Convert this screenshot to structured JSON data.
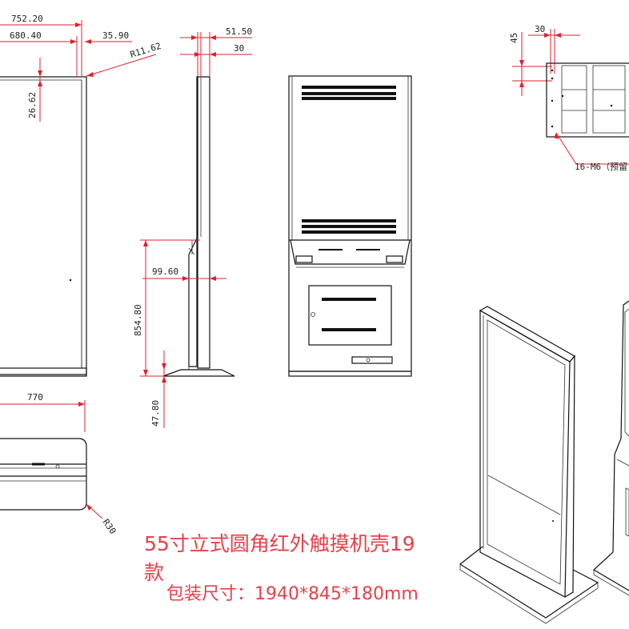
{
  "drawing": {
    "dimensions": {
      "front_width_outer": "752.20",
      "front_width_inner": "680.40",
      "front_margin": "35.90",
      "corner_radius": "R11.62",
      "bezel_offset": "26.62",
      "side_depth_top": "51.50",
      "side_depth_screen": "30",
      "side_depth_base": "99.60",
      "side_height_lower": "854.80",
      "base_height": "47.80",
      "base_width": "770",
      "base_radius": "R30",
      "bracket_offset_y": "45",
      "bracket_offset_x": "30",
      "bracket_note": "16-M6（预留"
    },
    "caption": {
      "title": "55寸立式圆角红外触摸机壳19款",
      "package": "包装尺寸：1940*845*180mm"
    }
  }
}
